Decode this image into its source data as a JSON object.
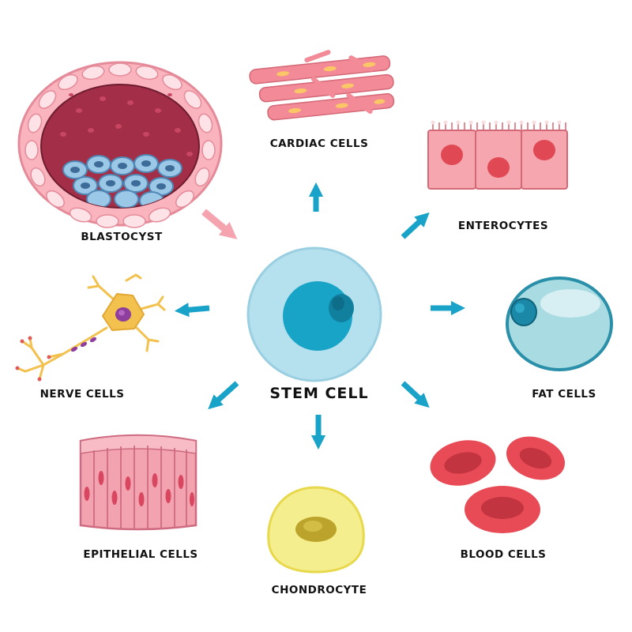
{
  "center": {
    "label": "STEM CELL"
  },
  "source": {
    "label": "BLASTOCYST"
  },
  "cells": {
    "cardiac": "CARDIAC CELLS",
    "enterocytes": "ENTEROCYTES",
    "fat": "FAT CELLS",
    "blood": "BLOOD CELLS",
    "chondrocyte": "CHONDROCYTE",
    "epithelial": "EPITHELIAL CELLS",
    "nerve": "NERVE CELLS"
  },
  "colors": {
    "arrow": "#1AA3C9",
    "source_arrow": "#F5A3AE",
    "stem_outer": "#B5E0EE",
    "stem_nucleus": "#17A4C7",
    "cardiac": "#F28B97",
    "enterocyte": "#F5A6AE",
    "fat": "#A8DCE2",
    "blood": "#E84B55",
    "chondrocyte": "#F5EE8E",
    "epithelial": "#F3A2B0",
    "nerve": "#F2C14E"
  }
}
